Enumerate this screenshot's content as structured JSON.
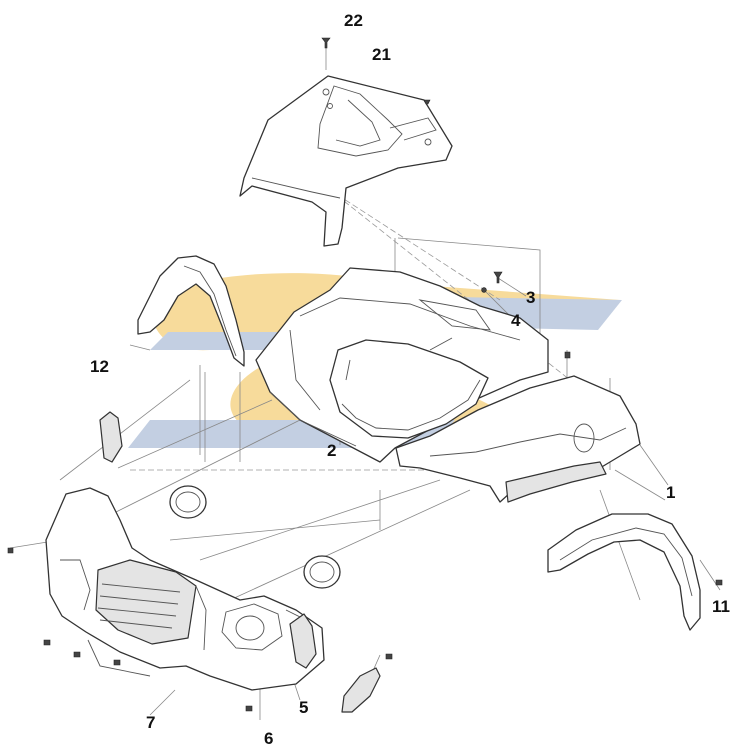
{
  "diagram": {
    "watermark": {
      "colors": {
        "gold": "#f6d58a",
        "blue": "#b9c7dd"
      }
    },
    "callouts": [
      {
        "id": "c1",
        "label": "1"
      },
      {
        "id": "c2",
        "label": "2"
      },
      {
        "id": "c3",
        "label": "3"
      },
      {
        "id": "c4",
        "label": "4"
      },
      {
        "id": "c5",
        "label": "5"
      },
      {
        "id": "c6",
        "label": "6"
      },
      {
        "id": "c7",
        "label": "7"
      },
      {
        "id": "c11",
        "label": "11"
      },
      {
        "id": "c12",
        "label": "12"
      },
      {
        "id": "c21",
        "label": "21"
      },
      {
        "id": "c22",
        "label": "22"
      }
    ]
  }
}
